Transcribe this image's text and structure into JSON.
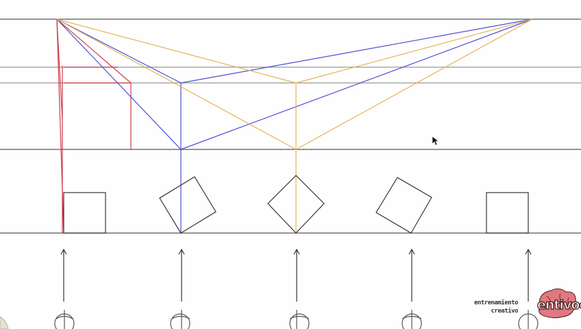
{
  "colors": {
    "horizon": "#555555",
    "guide": "#9a9a9a",
    "red": "#cc3b4a",
    "blue": "#4b4fd0",
    "orange": "#e6b25a",
    "ink": "#333333",
    "brain": "#e07a80"
  },
  "logo": {
    "line1": "entrenamiento",
    "line2": "creativo",
    "brand": "entivoo"
  }
}
